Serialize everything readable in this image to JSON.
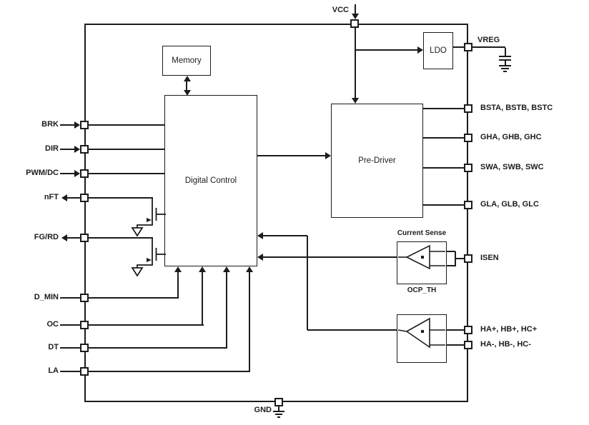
{
  "chip": {
    "blocks": {
      "memory": "Memory",
      "digital_control": "Digital Control",
      "pre_driver": "Pre-Driver",
      "ldo": "LDO"
    },
    "annotations": {
      "current_sense": "Current Sense",
      "ocp_th": "OCP_TH"
    }
  },
  "pins": {
    "top": {
      "label": "VCC"
    },
    "bottom": {
      "label": "GND"
    },
    "left": [
      {
        "label": "BRK",
        "direction": "input"
      },
      {
        "label": "DIR",
        "direction": "input"
      },
      {
        "label": "PWM/DC",
        "direction": "input"
      },
      {
        "label": "nFT",
        "direction": "output"
      },
      {
        "label": "FG/RD",
        "direction": "output"
      },
      {
        "label": "D_MIN",
        "direction": "input"
      },
      {
        "label": "OC",
        "direction": "input"
      },
      {
        "label": "DT",
        "direction": "input"
      },
      {
        "label": "LA",
        "direction": "input"
      }
    ],
    "right": [
      {
        "label": "VREG"
      },
      {
        "label": "BSTA, BSTB, BSTC"
      },
      {
        "label": "GHA, GHB, GHC"
      },
      {
        "label": "SWA, SWB, SWC"
      },
      {
        "label": "GLA, GLB, GLC"
      },
      {
        "label": "ISEN"
      },
      {
        "label": "HA+, HB+, HC+"
      },
      {
        "label": "HA-, HB-, HC-"
      }
    ]
  },
  "colors": {
    "line": "#1c1c1c",
    "background": "#ffffff"
  }
}
